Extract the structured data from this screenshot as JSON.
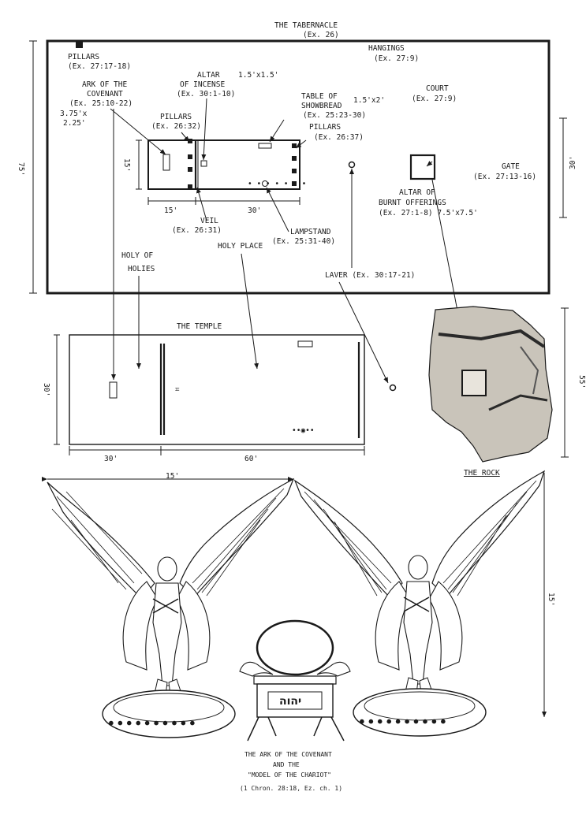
{
  "tabernacle": {
    "title": "THE TABERNACLE",
    "title_ref": "(Ex. 26)",
    "dim_left": "75'",
    "dim_right": "30'",
    "hangings": "HANGINGS",
    "hangings_ref": "(Ex. 27:9)",
    "pillars_corner": "PILLARS",
    "pillars_corner_ref": "(Ex. 27:17-18)",
    "ark": "ARK OF THE",
    "ark2": "COVENANT",
    "ark_ref": "(Ex. 25:10-22)",
    "ark_dim1": "3.75'x",
    "ark_dim2": "2.25'",
    "altar_incense": "ALTAR",
    "altar_incense_dim": "1.5'x1.5'",
    "altar_incense2": "OF INCENSE",
    "altar_incense_ref": "(Ex. 30:1-10)",
    "table": "TABLE  OF",
    "table_dim": "1.5'x2'",
    "table2": "SHOWBREAD",
    "table_ref": "(Ex. 25:23-30)",
    "court": "COURT",
    "court_ref": "(Ex. 27:9)",
    "pillars_veil": "PILLARS",
    "pillars_veil_ref": "(Ex. 26:32)",
    "pillars_door": "PILLARS",
    "pillars_door_ref": "(Ex. 26:37)",
    "dim_15_side": "15'",
    "dim_15_bottom": "15'",
    "dim_30_bottom": "30'",
    "gate": "GATE",
    "gate_ref": "(Ex. 27:13-16)",
    "veil": "VEIL",
    "veil_ref": "(Ex. 26:31)",
    "lampstand": "LAMPSTAND",
    "lampstand_ref": "(Ex. 25:31-40)",
    "altar_burnt": "ALTAR OF",
    "altar_burnt2": "BURNT OFFERINGS",
    "altar_burnt_ref": "(Ex. 27:1-8) 7.5'x7.5'",
    "holy_of": "HOLY OF",
    "holies": "HOLIES",
    "holy_place": "HOLY PLACE",
    "laver": "LAVER (Ex. 30:17-21)"
  },
  "temple": {
    "title": "THE TEMPLE",
    "dim_left": "30'",
    "dim_30": "30'",
    "dim_60": "60'"
  },
  "rock": {
    "dim": "55'",
    "label": "THE ROCK"
  },
  "cherubim": {
    "dim_top": "15'",
    "dim_side": "15'",
    "ark_name": "יהוה"
  },
  "caption": {
    "line1": "THE ARK OF THE COVENANT",
    "line2": "AND THE",
    "line3": "\"MODEL OF THE CHARIOT\"",
    "line4": "(1 Chron. 28:18, Ez. ch. 1)"
  }
}
